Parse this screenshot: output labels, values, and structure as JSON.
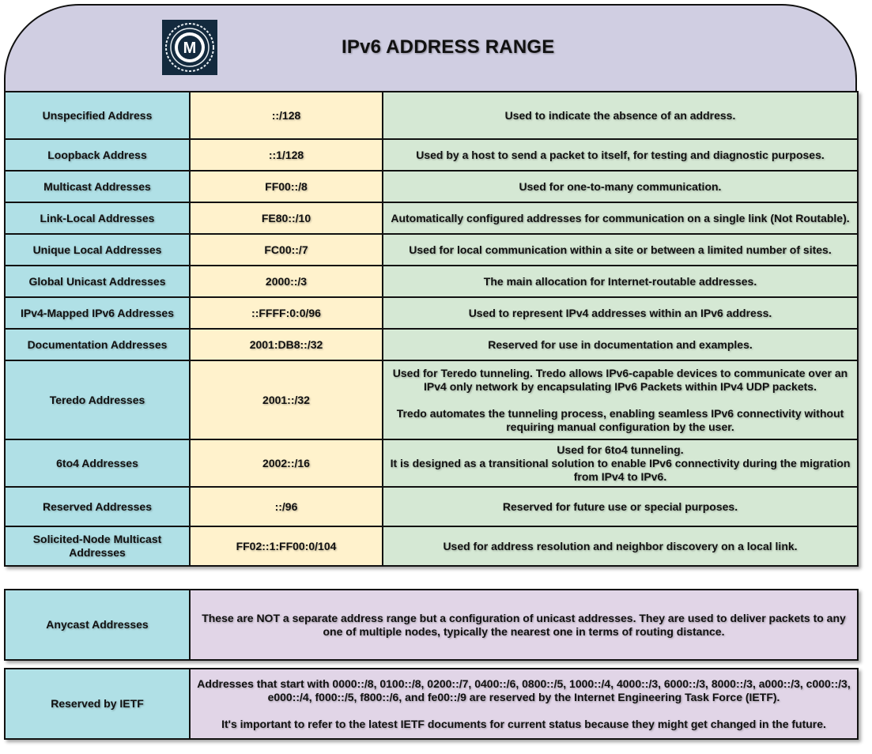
{
  "title": "IPv6 ADDRESS RANGE",
  "logo": {
    "letter": "M",
    "icon": "m-logo-icon"
  },
  "colors": {
    "header": "#d0cee2",
    "name_column": "#b0e0e6",
    "range_column": "#fff2cc",
    "description_column": "#d5e8d4",
    "note_description": "#e1d5e7"
  },
  "rows": [
    {
      "name": "Unspecified Address",
      "range": "::/128",
      "description": "Used to indicate the absence of an address."
    },
    {
      "name": "Loopback Address",
      "range": "::1/128",
      "description": "Used by a host to send a packet to itself, for testing and diagnostic purposes."
    },
    {
      "name": "Multicast Addresses",
      "range": "FF00::/8",
      "description": "Used for one-to-many communication."
    },
    {
      "name": "Link-Local Addresses",
      "range": "FE80::/10",
      "description": "Automatically configured addresses for communication on a single link (Not Routable)."
    },
    {
      "name": "Unique Local Addresses",
      "range": "FC00::/7",
      "description": "Used for local communication within a site or between a limited number of sites."
    },
    {
      "name": "Global Unicast Addresses",
      "range": "2000::/3",
      "description": "The main allocation for Internet-routable addresses."
    },
    {
      "name": "IPv4-Mapped IPv6 Addresses",
      "range": "::FFFF:0:0/96",
      "description": "Used to represent IPv4 addresses within an IPv6 address."
    },
    {
      "name": "Documentation Addresses",
      "range": "2001:DB8::/32",
      "description": "Reserved for use in documentation and examples."
    },
    {
      "name": "Teredo Addresses",
      "range": "2001::/32",
      "description": "Used for Teredo tunneling. Tredo allows IPv6-capable devices to communicate over an IPv4 only network by encapsulating IPv6 Packets within IPv4 UDP packets.\n\nTredo automates the tunneling process, enabling seamless IPv6 connectivity without requiring manual configuration by the user."
    },
    {
      "name": "6to4 Addresses",
      "range": "2002::/16",
      "description": "Used for 6to4 tunneling.\nIt is designed as a transitional solution to enable IPv6 connectivity during the migration from IPv4 to IPv6."
    },
    {
      "name": "Reserved Addresses",
      "range": "::/96",
      "description": "Reserved for future use or special purposes."
    },
    {
      "name": "Solicited-Node Multicast Addresses",
      "range": "FF02::1:FF00:0/104",
      "description": "Used for address resolution and neighbor discovery on a local link."
    }
  ],
  "notes": [
    {
      "name": "Anycast Addresses",
      "description": "These are NOT a separate address range but a configuration of unicast addresses. They are used to deliver packets to any one of multiple nodes, typically the nearest one in terms of routing distance."
    },
    {
      "name": "Reserved by IETF",
      "description": "Addresses that start with 0000::/8, 0100::/8, 0200::/7, 0400::/6, 0800::/5, 1000::/4, 4000::/3, 6000::/3, 8000::/3, a000::/3, c000::/3, e000::/4, f000::/5, f800::/6, and fe00::/9 are reserved by the Internet Engineering Task Force (IETF).\n\nIt's important to refer to the latest IETF documents for current status because they might get changed in the future."
    }
  ]
}
